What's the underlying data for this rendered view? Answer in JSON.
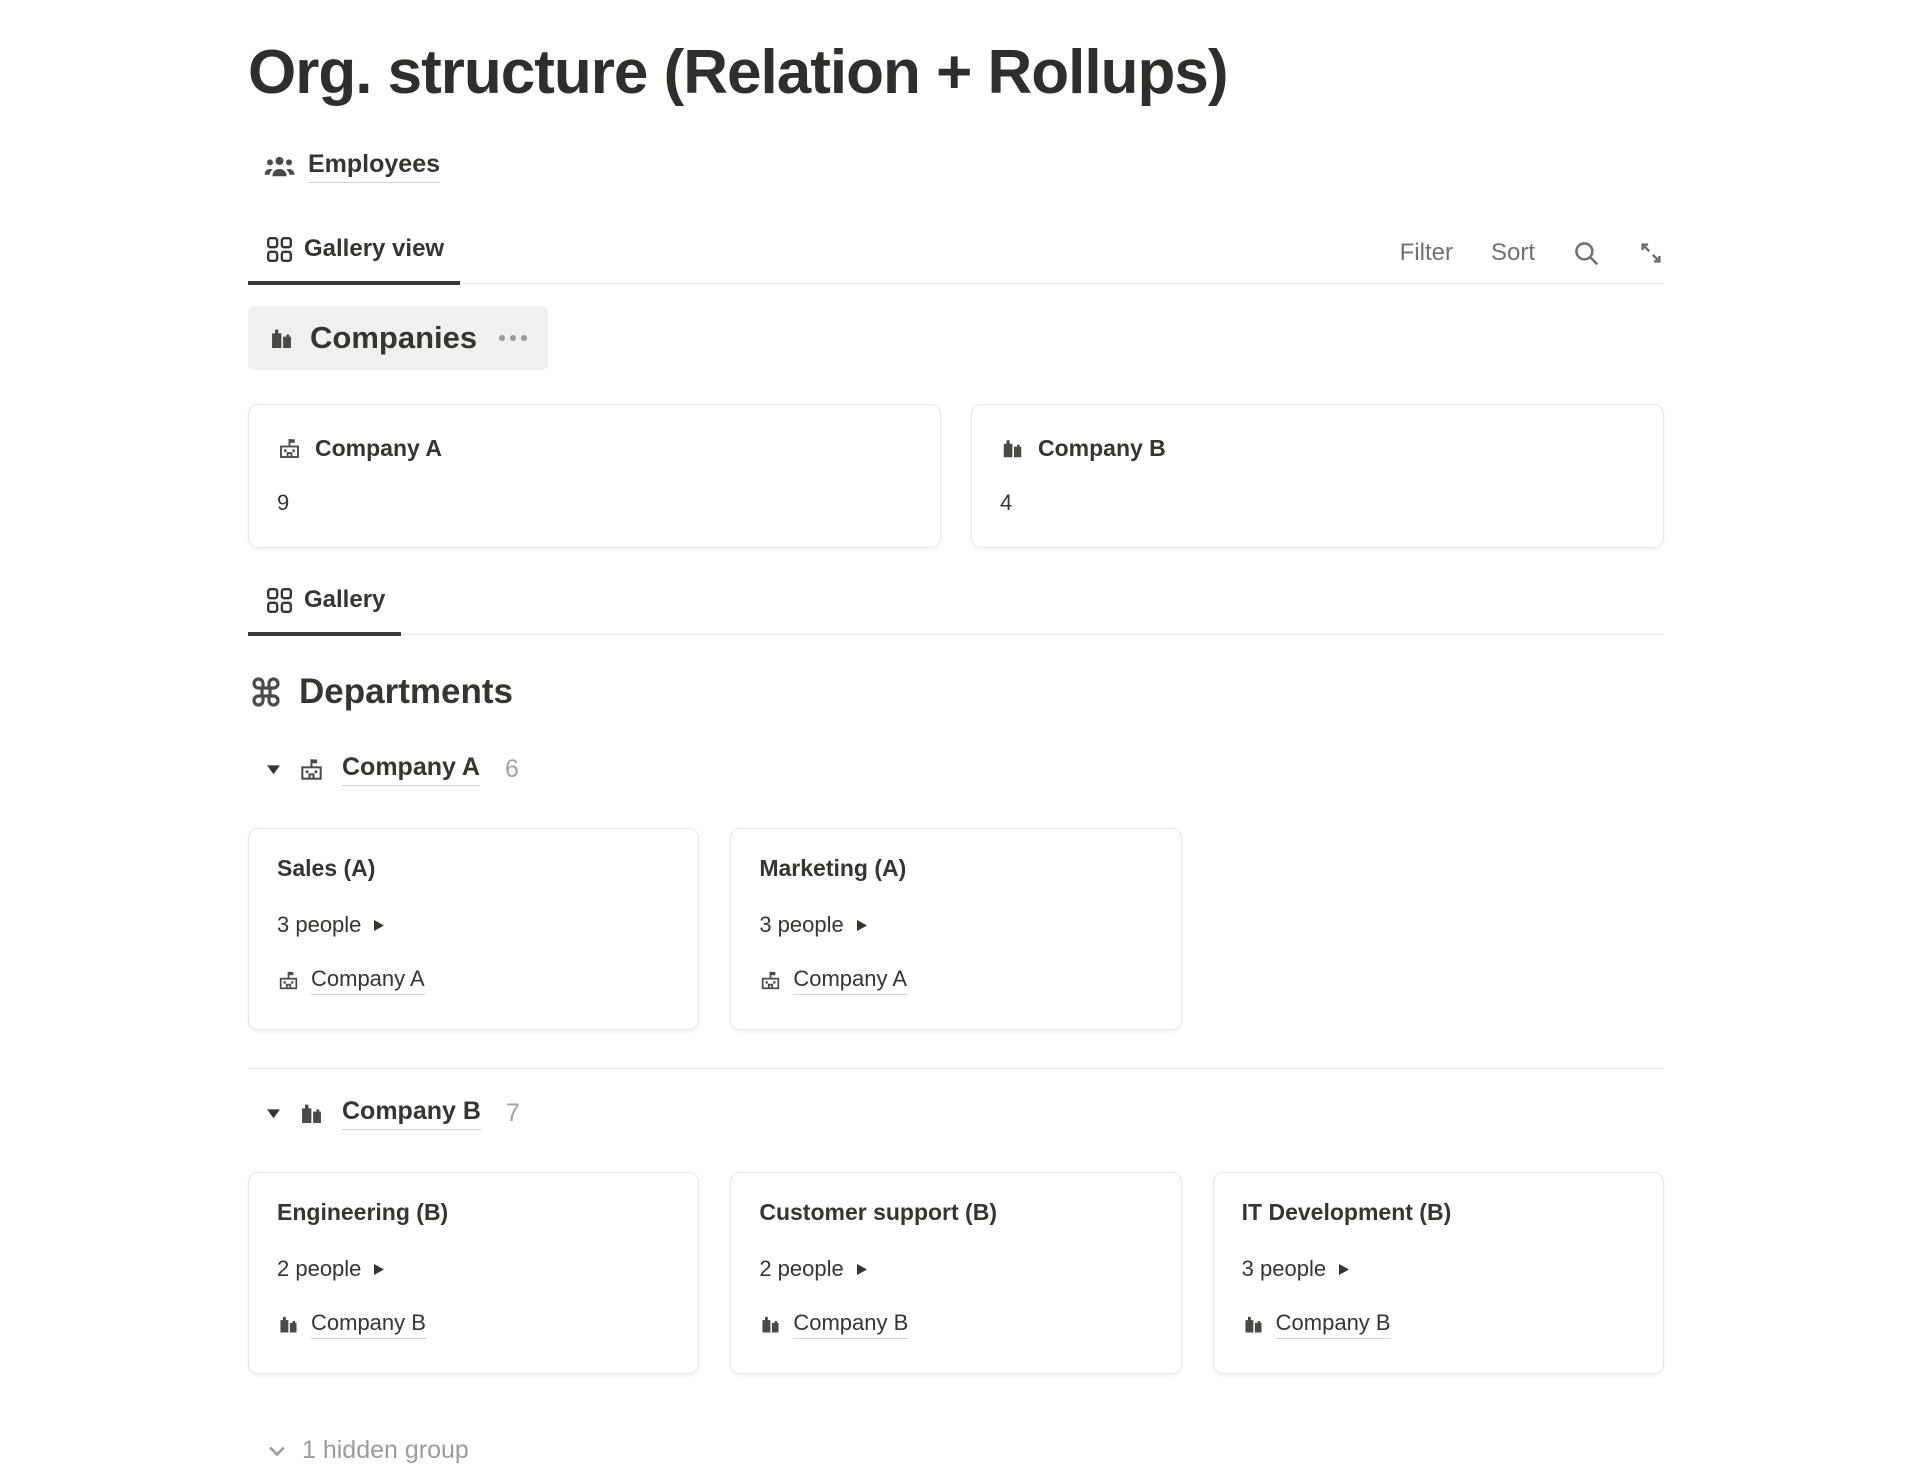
{
  "page_title": "Org. structure (Relation + Rollups)",
  "header": {
    "employees_link": {
      "label": "Employees",
      "icon": "people-icon"
    }
  },
  "toolbar": {
    "active_tab": {
      "label": "Gallery view",
      "icon": "gallery-grid-icon"
    },
    "filter_label": "Filter",
    "sort_label": "Sort",
    "action_icons": [
      "search-icon",
      "expand-diagonal-icon"
    ]
  },
  "companies": {
    "title": "Companies",
    "icon": "office-building-icon",
    "menu_icon": "ellipsis-icon",
    "cards": [
      {
        "name": "Company A",
        "icon": "school-building-icon",
        "rollup_value": "9"
      },
      {
        "name": "Company B",
        "icon": "office-building-icon",
        "rollup_value": "4"
      }
    ]
  },
  "gallery_toolbar": {
    "active_tab": {
      "label": "Gallery",
      "icon": "gallery-grid-icon"
    }
  },
  "departments": {
    "title": "Departments",
    "icon": "command-icon",
    "groups": [
      {
        "label": "Company A",
        "icon": "school-building-icon",
        "count": "6",
        "cards": [
          {
            "title": "Sales (A)",
            "people": "3 people",
            "relation": {
              "label": "Company A",
              "icon": "school-building-icon"
            }
          },
          {
            "title": "Marketing (A)",
            "people": "3 people",
            "relation": {
              "label": "Company A",
              "icon": "school-building-icon"
            }
          }
        ]
      },
      {
        "label": "Company B",
        "icon": "office-building-icon",
        "count": "7",
        "cards": [
          {
            "title": "Engineering (B)",
            "people": "2 people",
            "relation": {
              "label": "Company B",
              "icon": "office-building-icon"
            }
          },
          {
            "title": "Customer support (B)",
            "people": "2 people",
            "relation": {
              "label": "Company B",
              "icon": "office-building-icon"
            }
          },
          {
            "title": "IT Development (B)",
            "people": "3 people",
            "relation": {
              "label": "Company B",
              "icon": "office-building-icon"
            }
          }
        ]
      }
    ],
    "hidden_group_label": "1 hidden group"
  },
  "colors": {
    "text": "#37352f",
    "muted_text": "#73716c",
    "faint_text": "#a3a29d",
    "divider": "#e9e9e7",
    "group_header_bg": "#f1f0ee",
    "card_border": "#e8e8e6"
  }
}
